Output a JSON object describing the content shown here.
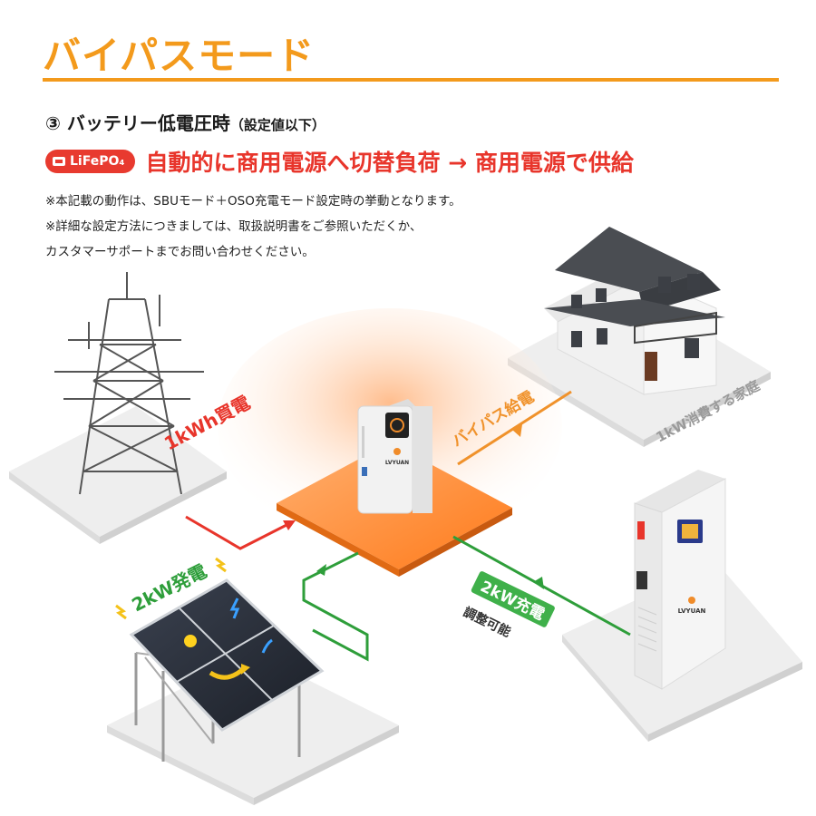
{
  "title": "バイパスモード",
  "subtitle": {
    "main": "③ バッテリー低電圧時",
    "paren": "（設定値以下）"
  },
  "condition": {
    "badge": "LiFePO₄",
    "text": "自動的に商用電源へ切替負荷 → 商用電源で供給"
  },
  "notes": [
    "※本記載の動作は、SBUモード＋OSO充電モード設定時の挙動となります。",
    "※詳細な設定方法につきましては、取扱説明書をご参照いただくか、",
    "カスタマーサポートまでお問い合わせください。"
  ],
  "labels": {
    "grid": "1kWh買電",
    "bypass": "バイパス給電",
    "house": "1kW消費する家庭",
    "solar": "2kW発電",
    "charge": "2kW充電",
    "adjust": "調整可能",
    "brand": "LVYUAN"
  },
  "colors": {
    "accent": "#f39a1c",
    "red": "#e8352b",
    "green": "#2e9e3a",
    "orange_line": "#f0922b",
    "gray_label": "#9a9a9a"
  }
}
